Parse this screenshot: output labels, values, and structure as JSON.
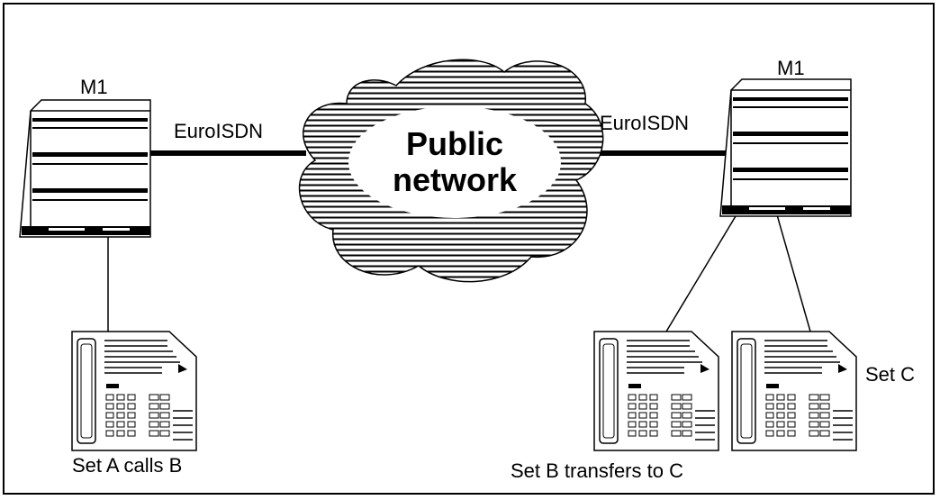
{
  "labels": {
    "left_switch": "M1",
    "right_switch": "M1",
    "left_link": "EuroISDN",
    "right_link": "EuroISDN",
    "cloud_line1": "Public",
    "cloud_line2": "network",
    "set_a": "Set A calls B",
    "set_b": "Set B transfers to C",
    "set_c": "Set C"
  }
}
